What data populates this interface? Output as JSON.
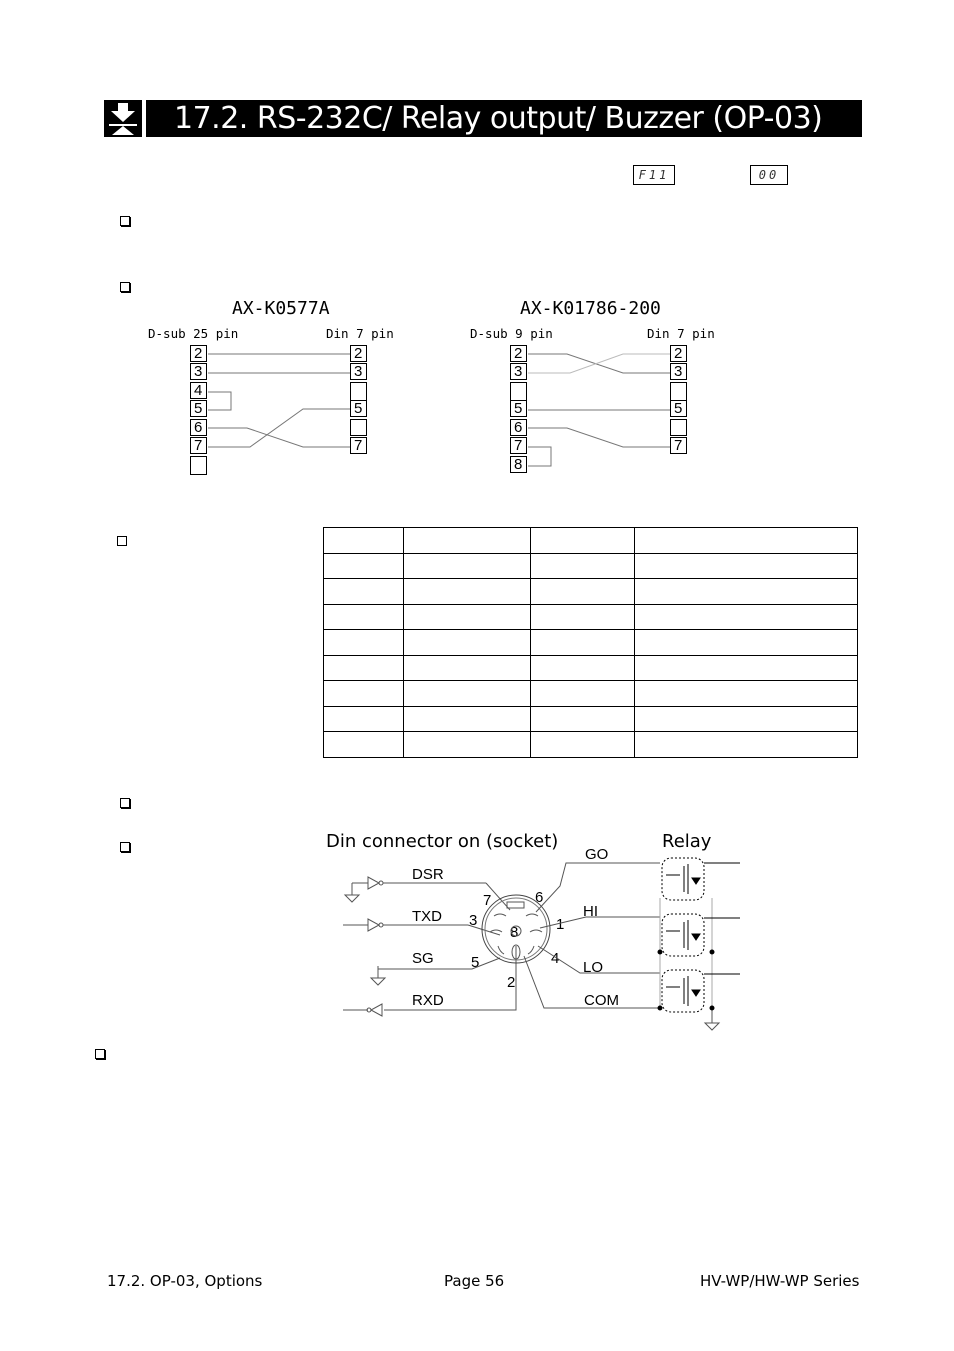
{
  "header": {
    "section_title": "17.2.  RS-232C/ Relay output/ Buzzer (OP-03)",
    "icon": "download-arrow-icon"
  },
  "display_indicators": {
    "function_code": "F11",
    "setting_value": "00"
  },
  "cables": [
    {
      "title": "AX-K0577A",
      "left_label": "D-sub 25 pin",
      "right_label": "Din 7 pin",
      "left_pins": [
        "2",
        "3",
        "4",
        "5",
        "6",
        "7",
        ""
      ],
      "right_pins": [
        "2",
        "3",
        "",
        "5",
        "",
        "7"
      ]
    },
    {
      "title": "AX-K01786-200",
      "left_label": "D-sub 9 pin",
      "right_label": "Din 7 pin",
      "left_pins": [
        "2",
        "3",
        "",
        "5",
        "6",
        "7",
        "8"
      ],
      "right_pins": [
        "2",
        "3",
        "",
        "5",
        "",
        "7"
      ]
    }
  ],
  "spec_table": {
    "rows": 9,
    "columns": 4,
    "cells": [
      [
        "",
        "",
        "",
        ""
      ],
      [
        "",
        "",
        "",
        ""
      ],
      [
        "",
        "",
        "",
        ""
      ],
      [
        "",
        "",
        "",
        ""
      ],
      [
        "",
        "",
        "",
        ""
      ],
      [
        "",
        "",
        "",
        ""
      ],
      [
        "",
        "",
        "",
        ""
      ],
      [
        "",
        "",
        "",
        ""
      ],
      [
        "",
        "",
        "",
        ""
      ]
    ]
  },
  "din_diagram": {
    "title": "Din connector on (socket)",
    "relay_label": "Relay",
    "left_signals": [
      "DSR",
      "TXD",
      "SG",
      "RXD"
    ],
    "right_signals": [
      "GO",
      "HI",
      "LO",
      "COM"
    ],
    "pin_numbers": [
      "7",
      "6",
      "3",
      "1",
      "8",
      "5",
      "4",
      "2"
    ]
  },
  "footer": {
    "left": "17.2. OP-03, Options",
    "center": "Page 56",
    "right": "HV-WP/HW-WP Series"
  }
}
